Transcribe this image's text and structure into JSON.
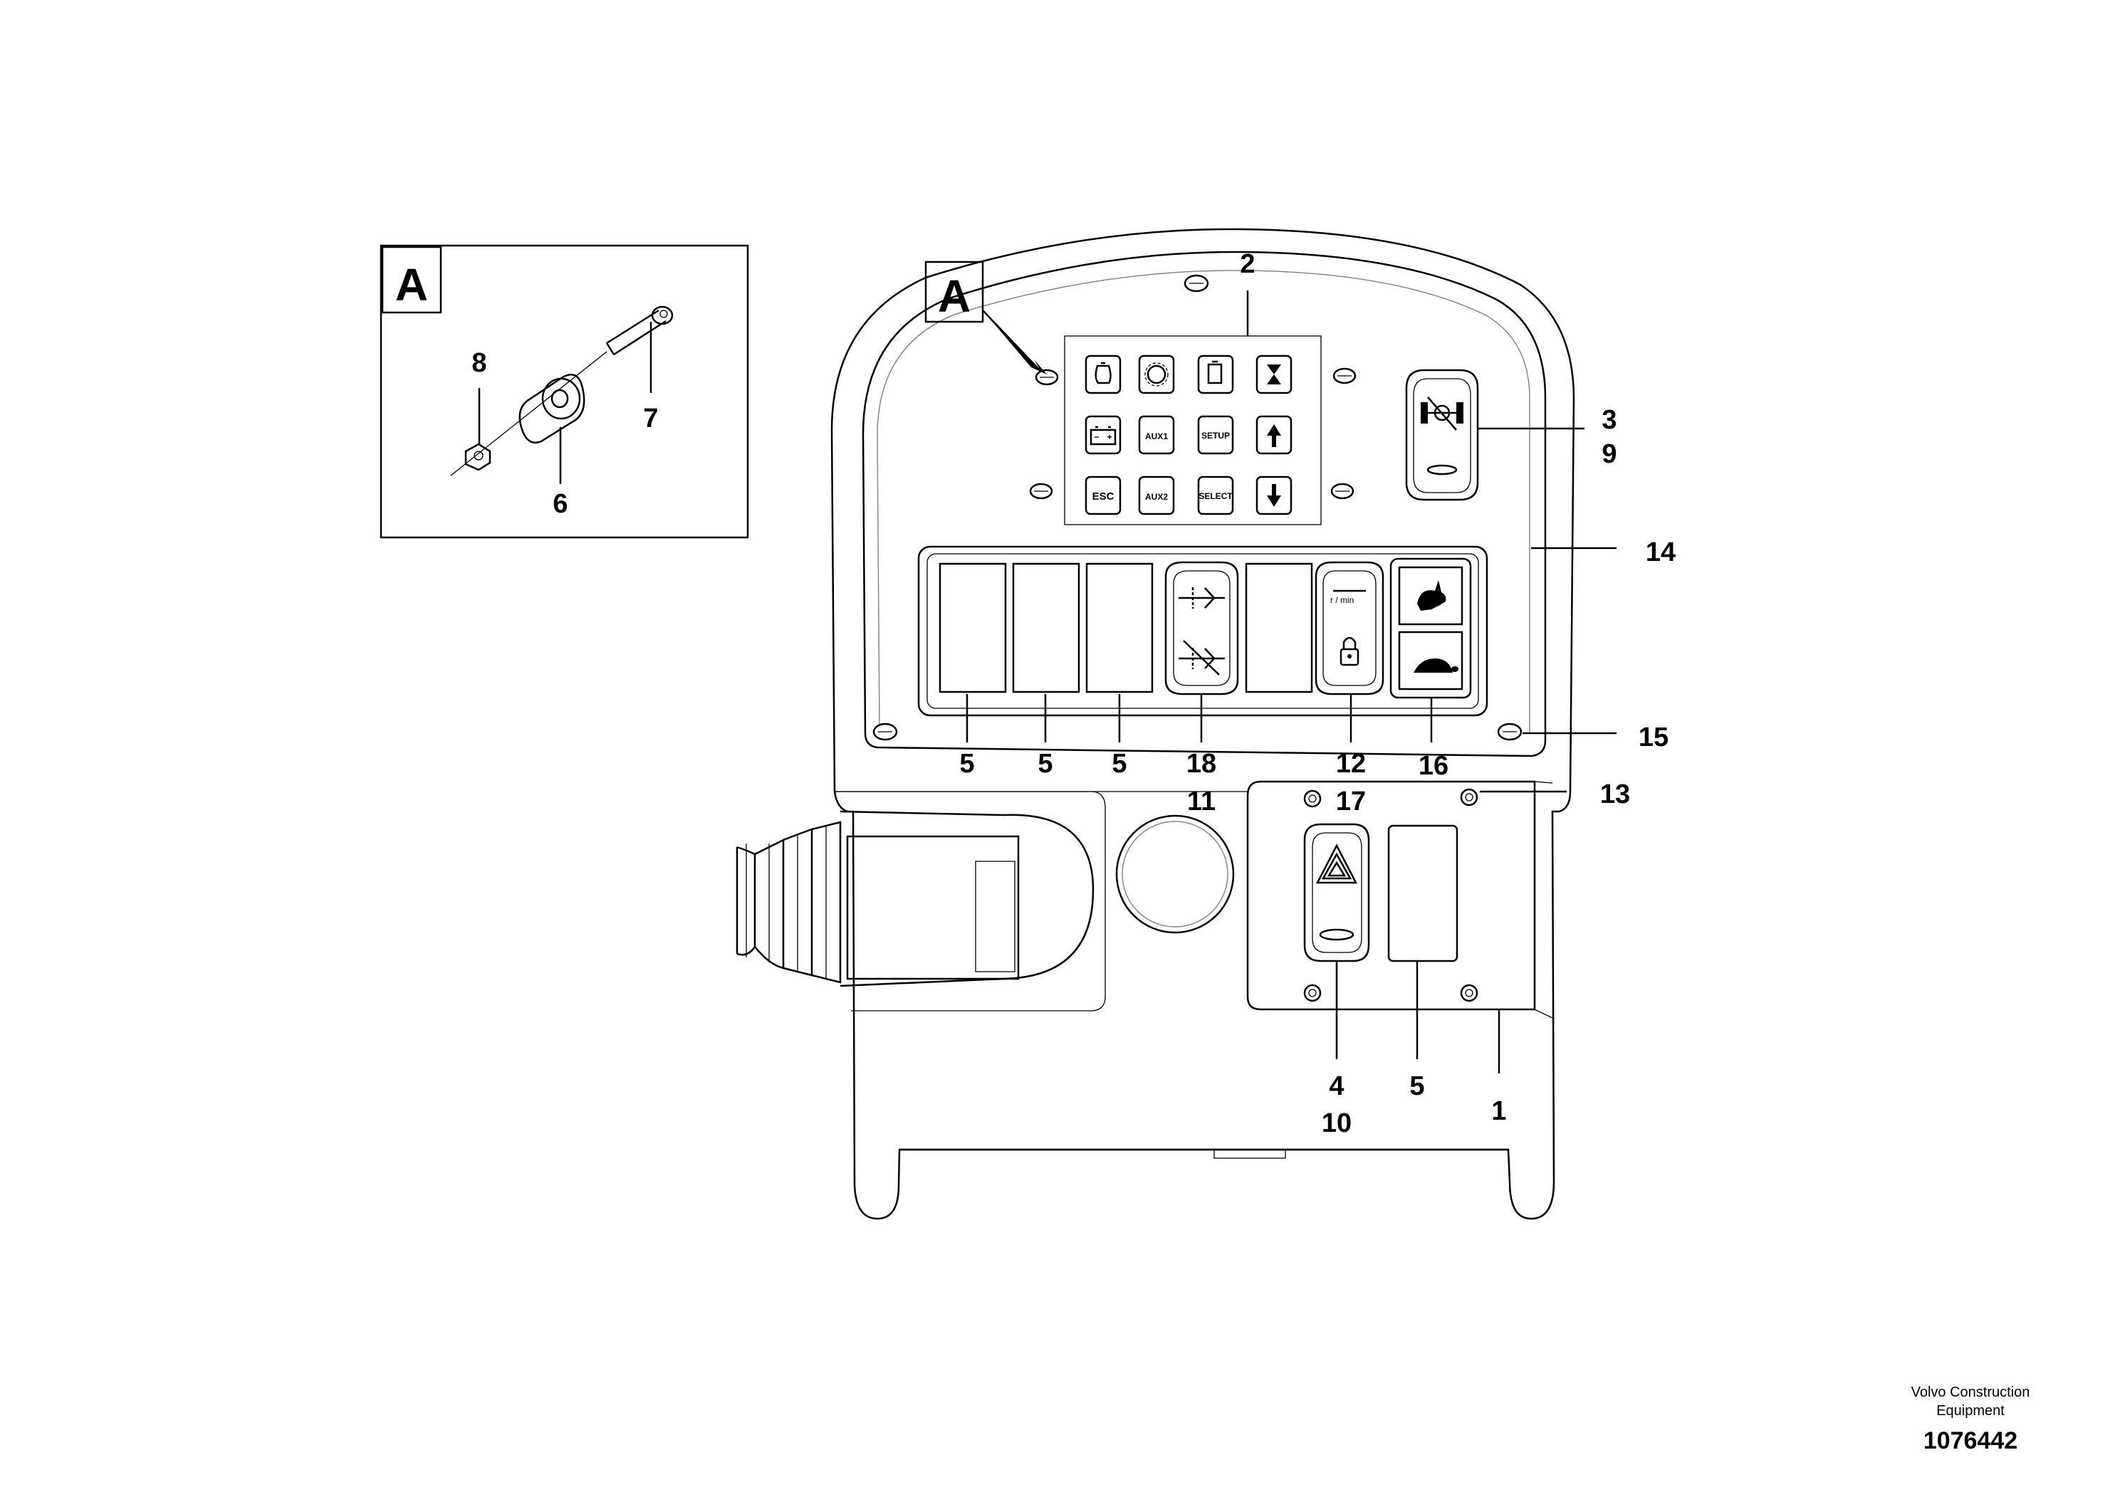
{
  "detail_view": {
    "label": "A"
  },
  "view_marker": {
    "label": "A"
  },
  "keypad": {
    "keys": [
      {
        "name": "engine-oil-icon",
        "label": ""
      },
      {
        "name": "gear-icon",
        "label": ""
      },
      {
        "name": "fuel-icon",
        "label": ""
      },
      {
        "name": "hourglass-icon",
        "label": ""
      },
      {
        "name": "battery-icon",
        "label": ""
      },
      {
        "name": "aux1-key",
        "label": "AUX1"
      },
      {
        "name": "setup-key",
        "label": "SETUP"
      },
      {
        "name": "arrow-up-icon",
        "label": ""
      },
      {
        "name": "esc-key",
        "label": "ESC"
      },
      {
        "name": "aux2-key",
        "label": "AUX2"
      },
      {
        "name": "select-key",
        "label": "SELECT"
      },
      {
        "name": "arrow-down-icon",
        "label": ""
      }
    ]
  },
  "rpm_switch": {
    "unit": "r / min"
  },
  "callouts": {
    "c1": "1",
    "c2": "2",
    "c3": "3",
    "c9": "9",
    "c4": "4",
    "c10": "10",
    "c5_a": "5",
    "c5_b": "5",
    "c5_c": "5",
    "c5_d": "5",
    "c6": "6",
    "c7": "7",
    "c8": "8",
    "c11": "11",
    "c12": "12",
    "c13": "13",
    "c14": "14",
    "c15": "15",
    "c16": "16",
    "c17": "17",
    "c18": "18"
  },
  "footer": {
    "credit_line1": "Volvo Construction",
    "credit_line2": "Equipment",
    "doc_number": "1076442"
  }
}
